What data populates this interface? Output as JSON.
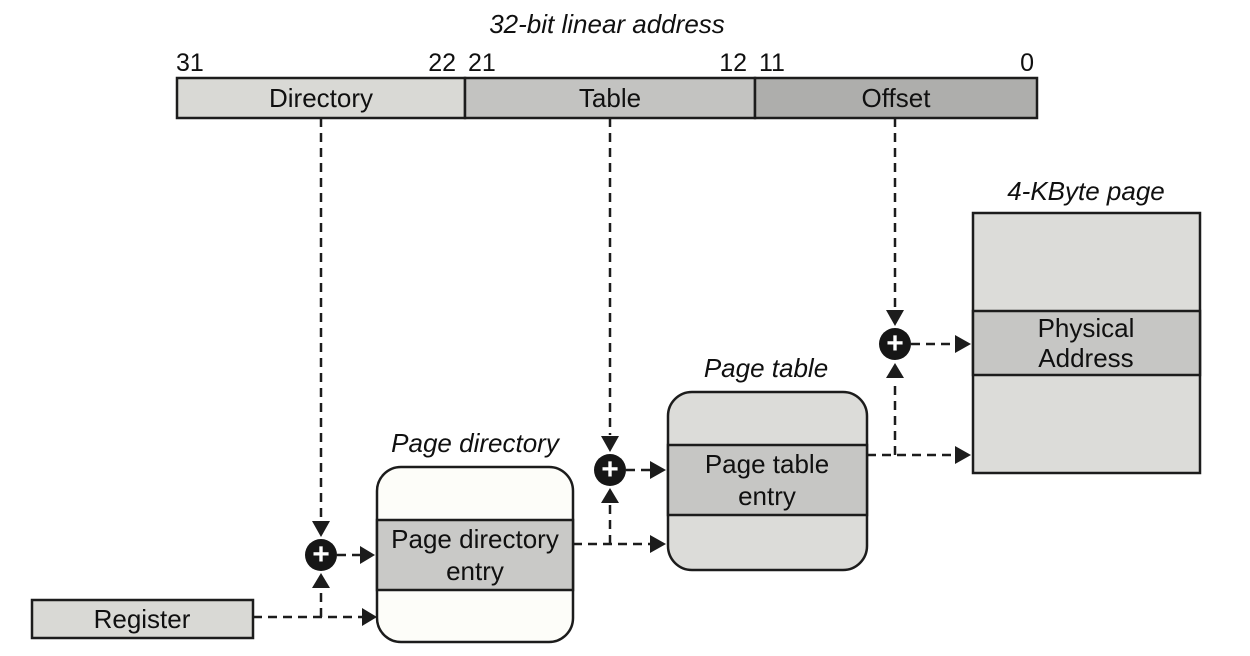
{
  "diagram": {
    "title": "32-bit linear address",
    "address_bar": {
      "bit_31": "31",
      "bit_22": "22",
      "bit_21": "21",
      "bit_12": "12",
      "bit_11": "11",
      "bit_0": "0",
      "directory_label": "Directory",
      "table_label": "Table",
      "offset_label": "Offset"
    },
    "page_directory": {
      "title": "Page directory",
      "entry_line1": "Page directory",
      "entry_line2": "entry"
    },
    "page_table": {
      "title": "Page table",
      "entry_line1": "Page table",
      "entry_line2": "entry"
    },
    "page_frame": {
      "title": "4-KByte page",
      "entry_line1": "Physical",
      "entry_line2": "Address"
    },
    "register": {
      "label": "Register"
    },
    "adder_symbol": "+",
    "colors": {
      "directory_fill": "#d9d9d5",
      "table_fill": "#c3c3c1",
      "offset_fill": "#aeaeac",
      "box_light_fill": "#dcdcd9",
      "entry_band_fill": "#c6c6c4",
      "page_directory_fill": "#fdfdf9",
      "page_directory_band_fill": "#c9c9c7",
      "register_fill": "#d9d9d5",
      "adder_fill": "#161616"
    }
  }
}
